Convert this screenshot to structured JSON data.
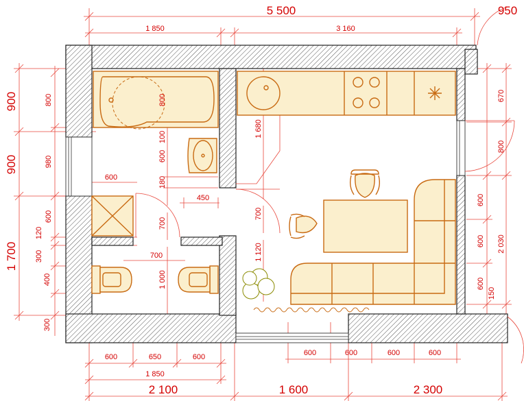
{
  "dimensions": {
    "top_total": "5 500",
    "top_right": "950",
    "top_left": "1 850",
    "top_kitchen": "3 160",
    "left_900a": "900",
    "left_900b": "900",
    "left_1700": "1 700",
    "left_800": "800",
    "left_980": "980",
    "left_600": "600",
    "left_120": "120",
    "left_300a": "300",
    "left_400": "400",
    "left_300b": "300",
    "bath_800": "800",
    "sink_100": "100",
    "sink_600": "600",
    "sink_180": "180",
    "sink_450": "450",
    "shower_600": "600",
    "door_700a": "700",
    "toilet_700": "700",
    "toilet_1000": "1 000",
    "hall_1680": "1 680",
    "hall_700": "700",
    "hall_1120": "1 120",
    "right_670": "670",
    "right_800": "800",
    "right_600a": "600",
    "right_600b": "600",
    "right_600c": "600",
    "right_2030": "2 030",
    "right_150": "150",
    "bottom_600a": "600",
    "bottom_650": "650",
    "bottom_600b": "600",
    "bottom_1850": "1 850",
    "bottom_2100": "2 100",
    "bottom_1600": "1 600",
    "bottom_2300": "2 300",
    "sofa_600a": "600",
    "sofa_600b": "600",
    "sofa_600c": "600",
    "sofa_600d": "600"
  },
  "colors": {
    "dimension": "#d40000",
    "furniture_fill": "#fbefcd",
    "furniture_stroke": "#c86a12",
    "wall": "#222222"
  }
}
